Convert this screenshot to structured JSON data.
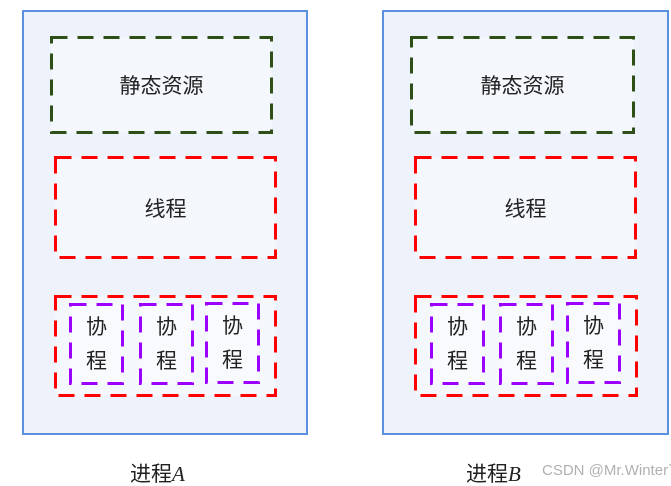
{
  "processes": [
    {
      "name": "进程",
      "suffix": "A",
      "static": "静态资源",
      "thread": "线程",
      "coroutines": [
        "协程",
        "协程",
        "协程"
      ]
    },
    {
      "name": "进程",
      "suffix": "B",
      "static": "静态资源",
      "thread": "线程",
      "coroutines": [
        "协程",
        "协程",
        "协程"
      ]
    }
  ],
  "watermark": "CSDN @Mr.Winter`",
  "colors": {
    "process_border": "#5b8fdf",
    "process_fill": "#eef3fb",
    "static": "#2e5016",
    "thread": "#ff0000",
    "coroutine": "#9b00ff"
  }
}
